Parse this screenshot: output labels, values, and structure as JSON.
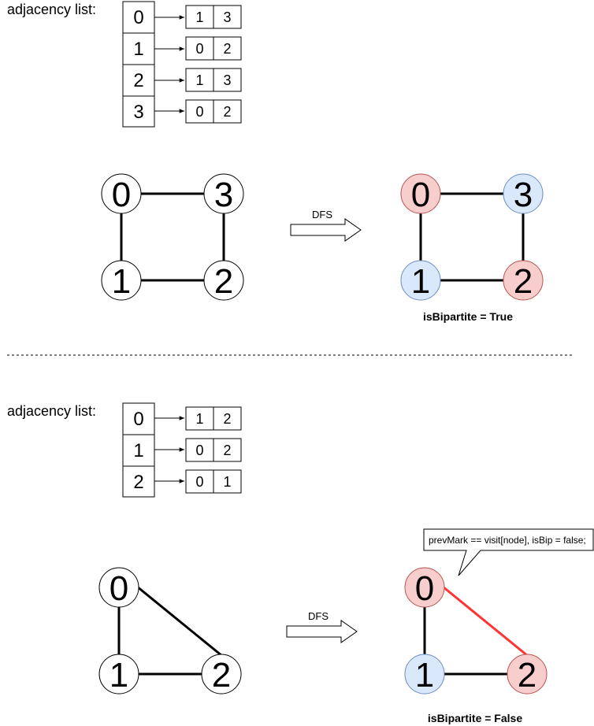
{
  "colors": {
    "red_fill": "#f8cecc",
    "red_stroke": "#b85450",
    "blue_fill": "#dae8fc",
    "blue_stroke": "#6c8ebf",
    "conflict_edge": "#ff3333"
  },
  "example1": {
    "adj_label": "adjacency list:",
    "adj_rows": [
      {
        "node": "0",
        "neighbors": [
          "1",
          "3"
        ]
      },
      {
        "node": "1",
        "neighbors": [
          "0",
          "2"
        ]
      },
      {
        "node": "2",
        "neighbors": [
          "1",
          "3"
        ]
      },
      {
        "node": "3",
        "neighbors": [
          "0",
          "2"
        ]
      }
    ],
    "graph_nodes": [
      "0",
      "3",
      "1",
      "2"
    ],
    "arrow_label": "DFS",
    "colored_nodes": [
      "0",
      "3",
      "1",
      "2"
    ],
    "result": "isBipartite = True"
  },
  "example2": {
    "adj_label": "adjacency list:",
    "adj_rows": [
      {
        "node": "0",
        "neighbors": [
          "1",
          "2"
        ]
      },
      {
        "node": "1",
        "neighbors": [
          "0",
          "2"
        ]
      },
      {
        "node": "2",
        "neighbors": [
          "0",
          "1"
        ]
      }
    ],
    "graph_nodes": [
      "0",
      "1",
      "2"
    ],
    "arrow_label": "DFS",
    "colored_nodes": [
      "0",
      "1",
      "2"
    ],
    "callout": "prevMark == visit[node], isBip = false;",
    "result": "isBipartite = False"
  }
}
